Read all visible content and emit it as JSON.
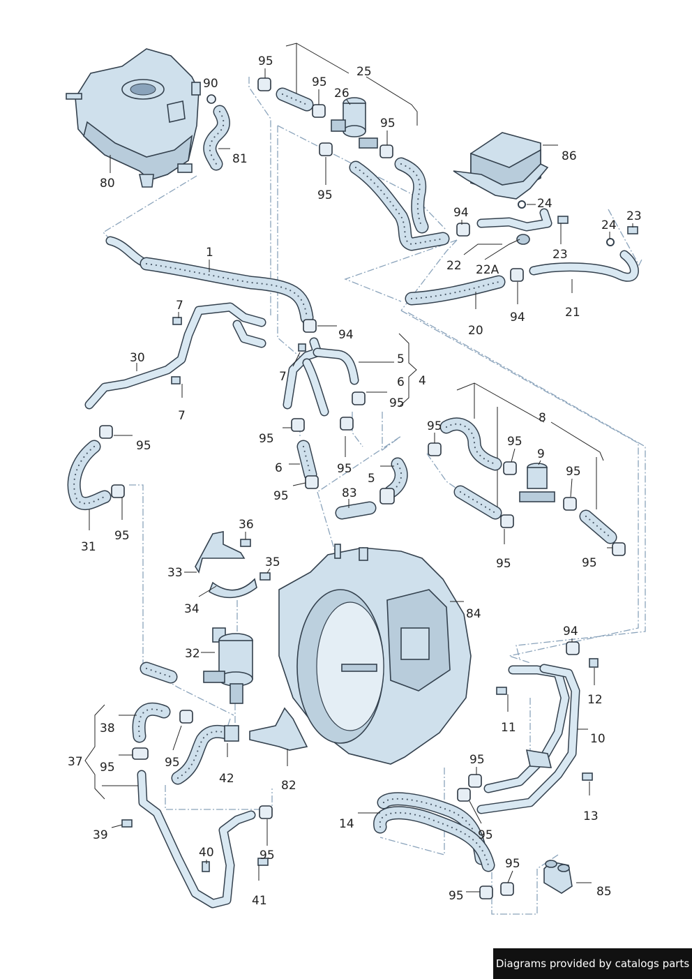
{
  "labels": {
    "l80": "80",
    "l90": "90",
    "l81": "81",
    "l95a": "95",
    "l25": "25",
    "l95b": "95",
    "l26": "26",
    "l95c": "95",
    "l95d": "95",
    "l86": "86",
    "l94a": "94",
    "l24a": "24",
    "l24b": "24",
    "l23a": "23",
    "l23b": "23",
    "l22": "22",
    "l22A": "22A",
    "l21": "21",
    "l20": "20",
    "l94b": "94",
    "l1": "1",
    "l7a": "7",
    "l94c": "94",
    "l7b": "7",
    "l5a": "5",
    "l6a": "6",
    "l4": "4",
    "l95e": "95",
    "l30": "30",
    "l7c": "7",
    "l95f": "95",
    "l31": "31",
    "l95g": "95",
    "l95h": "95",
    "l6b": "6",
    "l95i": "95",
    "l95j": "95",
    "l5b": "5",
    "l83": "83",
    "l8": "8",
    "l95k": "95",
    "l95l": "95",
    "l9": "9",
    "l95m": "95",
    "l95n": "95",
    "l95o": "95",
    "l36": "36",
    "l33": "33",
    "l35": "35",
    "l34": "34",
    "l84": "84",
    "l32": "32",
    "l94d": "94",
    "l12": "12",
    "l11": "11",
    "l10": "10",
    "l38": "38",
    "l37": "37",
    "l95p": "95",
    "l95q": "95",
    "l42": "42",
    "l82": "82",
    "l95r": "95",
    "l13": "13",
    "l39": "39",
    "l14": "14",
    "l95s": "95",
    "l40": "40",
    "l95t": "95",
    "l41": "41",
    "l95u": "95",
    "l95v": "95",
    "l85": "85"
  },
  "footer": {
    "text": "Diagrams provided by catalogs parts"
  }
}
